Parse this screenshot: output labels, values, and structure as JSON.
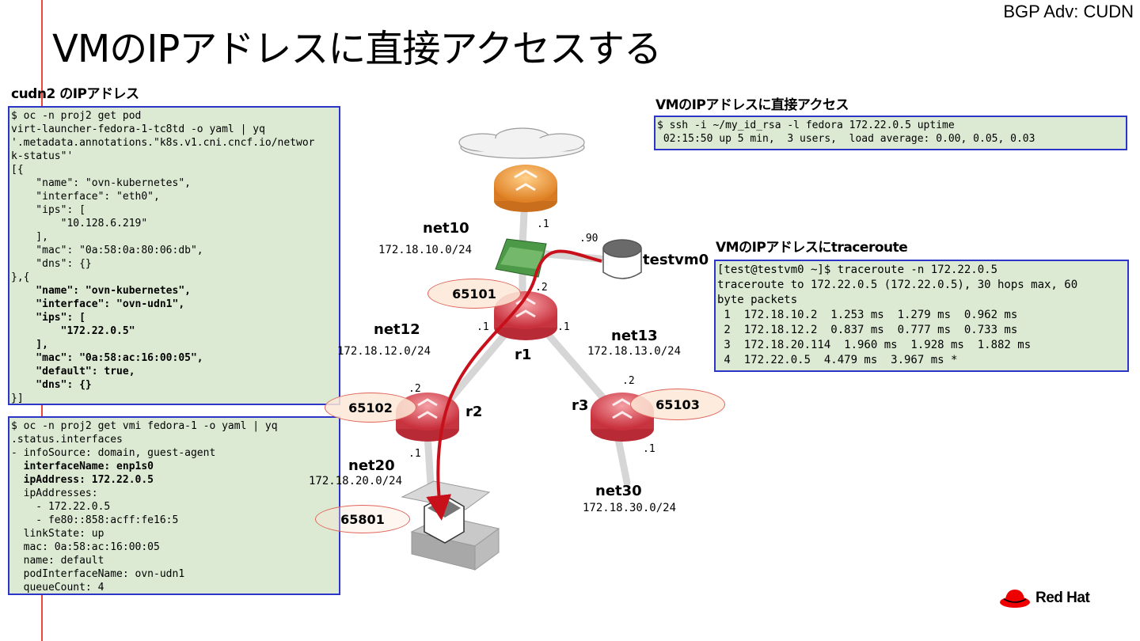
{
  "header": {
    "tag": "BGP Adv: CUDN",
    "title": "VMのIPアドレスに直接アクセスする"
  },
  "left": {
    "heading": "cudn2 のIPアドレス",
    "block1": [
      {
        "t": "$ oc -n proj2 get pod",
        "b": false
      },
      {
        "t": "virt-launcher-fedora-1-tc8td -o yaml | yq",
        "b": false
      },
      {
        "t": "'.metadata.annotations.\"k8s.v1.cni.cncf.io/networ",
        "b": false
      },
      {
        "t": "k-status\"'",
        "b": false
      },
      {
        "t": "[{",
        "b": false
      },
      {
        "t": "    \"name\": \"ovn-kubernetes\",",
        "b": false
      },
      {
        "t": "    \"interface\": \"eth0\",",
        "b": false
      },
      {
        "t": "    \"ips\": [",
        "b": false
      },
      {
        "t": "        \"10.128.6.219\"",
        "b": false
      },
      {
        "t": "    ],",
        "b": false
      },
      {
        "t": "    \"mac\": \"0a:58:0a:80:06:db\",",
        "b": false
      },
      {
        "t": "    \"dns\": {}",
        "b": false
      },
      {
        "t": "},{",
        "b": false
      },
      {
        "t": "    \"name\": \"ovn-kubernetes\",",
        "b": true
      },
      {
        "t": "    \"interface\": \"ovn-udn1\",",
        "b": true
      },
      {
        "t": "    \"ips\": [",
        "b": true
      },
      {
        "t": "        \"172.22.0.5\"",
        "b": true
      },
      {
        "t": "    ],",
        "b": true
      },
      {
        "t": "    \"mac\": \"0a:58:ac:16:00:05\",",
        "b": true
      },
      {
        "t": "    \"default\": true,",
        "b": true
      },
      {
        "t": "    \"dns\": {}",
        "b": true
      },
      {
        "t": "}]",
        "b": false
      }
    ],
    "block2": [
      {
        "t": "$ oc -n proj2 get vmi fedora-1 -o yaml | yq",
        "b": false
      },
      {
        "t": ".status.interfaces",
        "b": false
      },
      {
        "t": "- infoSource: domain, guest-agent",
        "b": false
      },
      {
        "t": "  interfaceName: enp1s0",
        "b": true
      },
      {
        "t": "  ipAddress: 172.22.0.5",
        "b": true
      },
      {
        "t": "  ipAddresses:",
        "b": false
      },
      {
        "t": "    - 172.22.0.5",
        "b": false
      },
      {
        "t": "    - fe80::858:acff:fe16:5",
        "b": false
      },
      {
        "t": "  linkState: up",
        "b": false
      },
      {
        "t": "  mac: 0a:58:ac:16:00:05",
        "b": false
      },
      {
        "t": "  name: default",
        "b": false
      },
      {
        "t": "  podInterfaceName: ovn-udn1",
        "b": false
      },
      {
        "t": "  queueCount: 4",
        "b": false
      }
    ]
  },
  "right": {
    "ssh_heading": "VMのIPアドレスに直接アクセス",
    "ssh_lines": [
      "$ ssh -i ~/my_id_rsa -l fedora 172.22.0.5 uptime",
      " 02:15:50 up 5 min,  3 users,  load average: 0.00, 0.05, 0.03"
    ],
    "tr_heading": "VMのIPアドレスにtraceroute",
    "tr_lines": [
      "[test@testvm0 ~]$ traceroute -n 172.22.0.5",
      "traceroute to 172.22.0.5 (172.22.0.5), 30 hops max, 60",
      "byte packets",
      " 1  172.18.10.2  1.253 ms  1.279 ms  0.962 ms",
      " 2  172.18.12.2  0.837 ms  0.777 ms  0.733 ms",
      " 3  172.18.20.114  1.960 ms  1.928 ms  1.882 ms",
      " 4  172.22.0.5  4.479 ms  3.967 ms *"
    ]
  },
  "diagram": {
    "net10": "net10",
    "net10_cidr": "172.18.10.0/24",
    "net12": "net12",
    "net12_cidr": "172.18.12.0/24",
    "net13": "net13",
    "net13_cidr": "172.18.13.0/24",
    "net20": "net20",
    "net20_cidr": "172.18.20.0/24",
    "net30": "net30",
    "net30_cidr": "172.18.30.0/24",
    "testvm": "testvm0",
    "r1": "r1",
    "r2": "r2",
    "r3": "r3",
    "asn_r1": "65101",
    "asn_r2": "65102",
    "asn_r3": "65103",
    "asn_node": "65801",
    "d_top": ".1",
    "d_vm": ".90",
    "d_r1_top": ".2",
    "d_r1_left": ".1",
    "d_r1_right": ".1",
    "d_r2_top": ".2",
    "d_r2_bottom": ".1",
    "d_r3_top": ".2",
    "d_r3_bottom": ".1",
    "colors": {
      "path": "#c8101a",
      "router_red": "#d9414d",
      "router_orange": "#f09a3a",
      "switch": "#3e8a3a",
      "link": "#d0d0d0"
    }
  },
  "brand": {
    "name": "Red Hat"
  }
}
